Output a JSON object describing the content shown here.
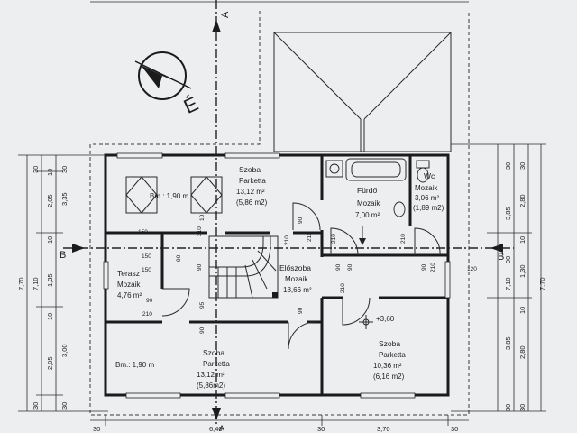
{
  "compass": {
    "label": "É"
  },
  "section_marks": {
    "a_top": "A",
    "a_bottom": "A",
    "b_left": "B",
    "b_right": "B"
  },
  "rooms": {
    "szoba_top": {
      "name": "Szoba",
      "floor": "Parketta",
      "area": "13,12 m²",
      "area2": "(5,86 m2)"
    },
    "furdo": {
      "name": "Fürdő",
      "floor": "Mozaik",
      "area": "7,00 m²"
    },
    "wc": {
      "name": "Wc",
      "floor": "Mozaik",
      "area": "3,06 m²",
      "area2": "(1,89 m2)"
    },
    "terasz": {
      "name": "Terasz",
      "floor": "Mozaik",
      "area": "4,76 m²"
    },
    "eloszoba": {
      "name": "Előszoba",
      "floor": "Mozaik",
      "area": "18,66 m²"
    },
    "szoba_bottom": {
      "name": "Szoba",
      "floor": "Parketta",
      "area": "13,12 m²",
      "area2": "(5,86m2)"
    },
    "szoba_right": {
      "name": "Szoba",
      "floor": "Parketta",
      "area": "10,36 m²",
      "area2": "(6,16 m2)"
    }
  },
  "notes": {
    "bm_top": "Bm.: 1,90 m",
    "bm_bottom": "Bm.: 1,90 m",
    "level": "+3,60"
  },
  "door_dims": {
    "d210a": "210",
    "d90a": "90",
    "d210b": "210",
    "d90b": "90",
    "d90c": "90",
    "d210c": "210",
    "d90d": "90",
    "d210d": "210",
    "d90e": "90",
    "d90f": "90",
    "d210e": "210",
    "d90g": "90",
    "d210f": "210",
    "d210g": "210",
    "d150a": "150",
    "d150b": "150",
    "d150c": "150",
    "d10": "10",
    "d95": "95",
    "d90h": "90",
    "d90i": "90",
    "d120": "120",
    "d210h": "210"
  },
  "dims_left": {
    "d30a": "30",
    "d10a": "10",
    "d205a": "2,05",
    "d335": "3,35",
    "d30b": "30",
    "d710": "7,10",
    "d770": "7,70",
    "d135": "1,35",
    "d10b": "10",
    "d205b": "2,05",
    "d300": "3,00",
    "d30c": "30",
    "d30d": "30",
    "d10c": "10"
  },
  "dims_right": {
    "d30a": "30",
    "d30b": "30",
    "d385a": "3,85",
    "d280a": "2,80",
    "d10a": "10",
    "d130": "1,30",
    "d710": "7,10",
    "d770": "7,70",
    "d10b": "10",
    "d280b": "2,80",
    "d385b": "3,85",
    "d30c": "30",
    "d30d": "30",
    "d90": "90"
  },
  "dims_bottom": {
    "d640": "6,40",
    "d370": "3,70",
    "d30a": "30",
    "d30b": "30",
    "d30c": "30"
  }
}
